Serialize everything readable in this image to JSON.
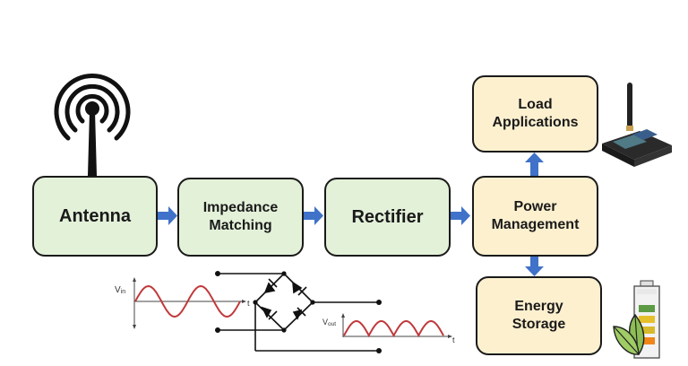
{
  "blocks": {
    "antenna": {
      "label": "Antenna"
    },
    "impedance": {
      "label_line1": "Impedance",
      "label_line2": "Matching"
    },
    "rectifier": {
      "label": "Rectifier"
    },
    "power": {
      "label_line1": "Power",
      "label_line2": "Management"
    },
    "load": {
      "label_line1": "Load",
      "label_line2": "Applications"
    },
    "storage": {
      "label_line1": "Energy",
      "label_line2": "Storage"
    }
  },
  "waveforms": {
    "input": {
      "label_main": "V",
      "label_sub": "in",
      "axis_label": "t"
    },
    "output": {
      "label_main": "V",
      "label_sub": "out",
      "axis_label": "t"
    }
  },
  "colors": {
    "green_block": "#e3f1d9",
    "yellow_block": "#fdf0cf",
    "arrow": "#3f72c8",
    "waveform": "#c0393b",
    "battery_levels": [
      "#5c9a44",
      "#e6c02a",
      "#d9b92c",
      "#f0861a"
    ]
  },
  "icons": {
    "antenna": "antenna-signal-icon",
    "load": "iot-board-icon",
    "storage": "battery-leaf-icon"
  }
}
